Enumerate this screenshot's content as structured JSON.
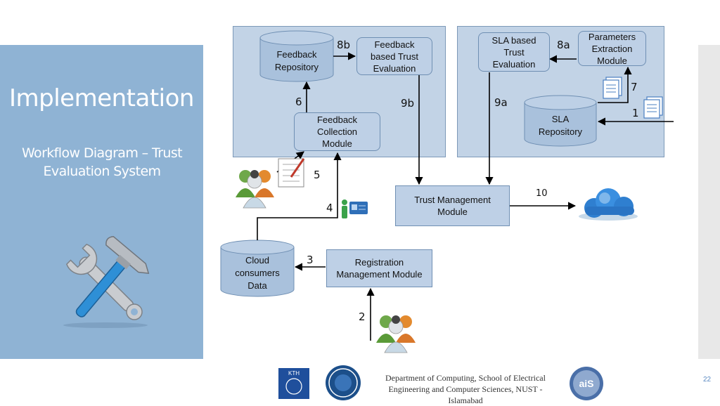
{
  "slide": {
    "title": "Implementation",
    "subtitle": "Workflow Diagram – Trust Evaluation System",
    "footer": "Department of Computing, School of Electrical\nEngineering and Computer Sciences, NUST -\nIslamabad",
    "page_number": "22",
    "logo_kth_text": "KTH",
    "logo_ais_text": "aiS"
  },
  "diagram": {
    "feedback_repository": "Feedback\nRepository",
    "feedback_trust_evaluation": "Feedback\nbased Trust\nEvaluation",
    "feedback_collection_module": "Feedback\nCollection\nModule",
    "sla_trust_evaluation": "SLA based\nTrust\nEvaluation",
    "parameters_extraction_module": "Parameters\nExtraction\nModule",
    "sla_repository": "SLA\nRepository",
    "trust_management_module": "Trust Management\nModule",
    "cloud_consumers_data": "Cloud\nconsumers\nData",
    "registration_management_module": "Registration\nManagement Module",
    "step_labels": {
      "s1": "1",
      "s2": "2",
      "s3": "3",
      "s4": "4",
      "s5": "5",
      "s6": "6",
      "s7": "7",
      "s8a": "8a",
      "s8b": "8b",
      "s9a": "9a",
      "s9b": "9b",
      "s10": "10"
    }
  },
  "colors": {
    "panel": "#8fb3d4",
    "box_fill": "#bed0e6",
    "group_fill": "#c2d3e6",
    "arrow": "#000000"
  }
}
